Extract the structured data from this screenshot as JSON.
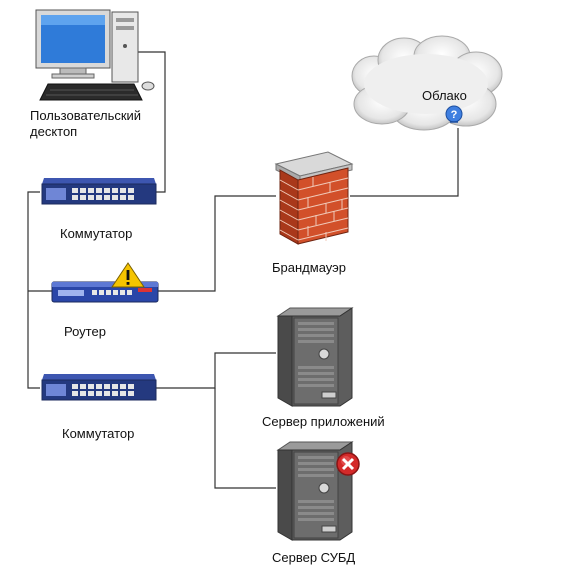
{
  "diagram": {
    "nodes": {
      "desktop": {
        "label_line1": "Пользовательский",
        "label_line2": "десктоп",
        "icon": "desktop-computer-icon"
      },
      "switch_top": {
        "label": "Коммутатор",
        "icon": "network-switch-icon"
      },
      "router": {
        "label": "Роутер",
        "icon": "router-icon",
        "status": "warning"
      },
      "switch_bottom": {
        "label": "Коммутатор",
        "icon": "network-switch-icon"
      },
      "firewall": {
        "label": "Брандмауэр",
        "icon": "firewall-icon"
      },
      "cloud": {
        "label": "Облако",
        "icon": "cloud-icon"
      },
      "app_server": {
        "label": "Сервер приложений",
        "icon": "server-icon"
      },
      "db_server": {
        "label": "Сервер СУБД",
        "icon": "server-icon",
        "status": "error"
      }
    },
    "colors": {
      "link": "#333333",
      "switch_blue": "#2a3f8f",
      "firewall_brick": "#c8421e",
      "warning": "#f5c400",
      "error": "#d42a2a",
      "server_gray": "#6f6f6f"
    }
  }
}
